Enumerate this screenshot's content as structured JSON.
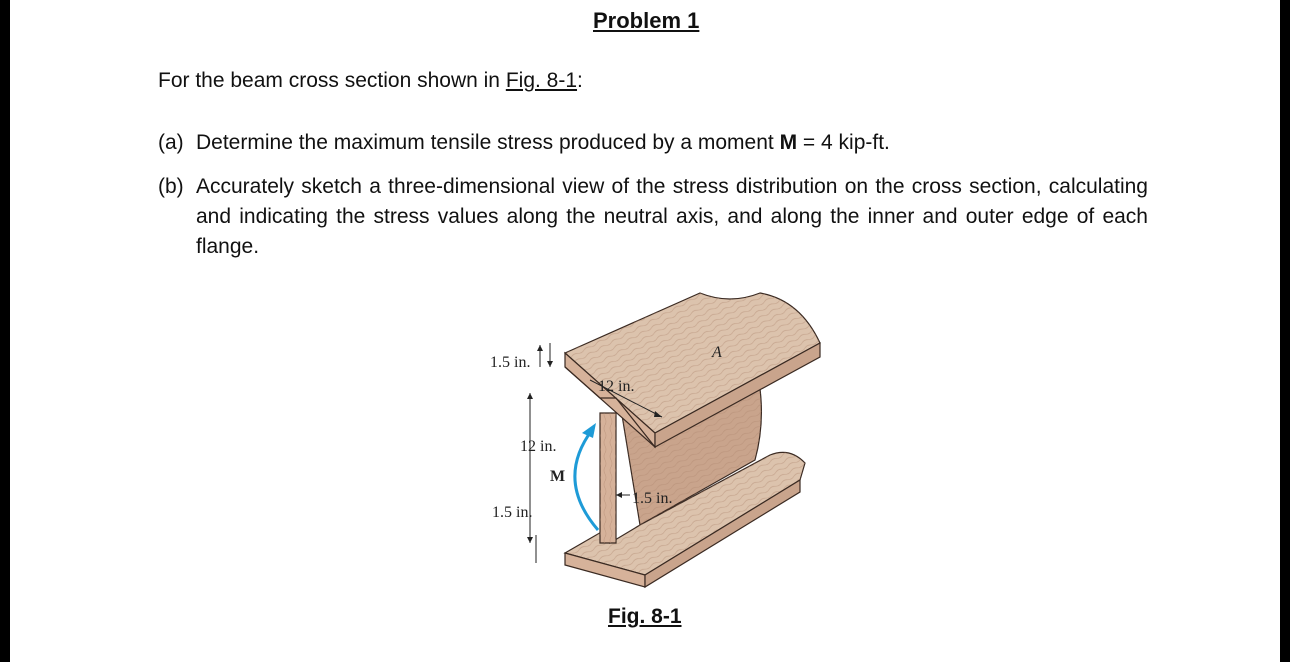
{
  "problem": {
    "title": "Problem 1",
    "intro_prefix": "For the beam cross section shown in ",
    "intro_ref": "Fig. 8-1",
    "intro_suffix": ":",
    "items": [
      {
        "tag": "(a)",
        "text_before": "Determine the maximum tensile stress produced by a moment ",
        "symbol": "M",
        "text_after": " = 4 kip-ft."
      },
      {
        "tag": "(b)",
        "text": "Accurately sketch a three-dimensional view of the stress distribution on the cross section, calculating and indicating the stress values along the neutral axis, and along the inner and outer edge of each flange."
      }
    ]
  },
  "figure": {
    "labels": {
      "top_flange_thickness": "1.5 in.",
      "flange_width": "12 in.",
      "web_height": "12 in.",
      "moment": "M",
      "web_thickness": "1.5 in.",
      "bottom_flange_thickness": "1.5 in.",
      "point": "A"
    },
    "colors": {
      "wood_top": "#dcc3ad",
      "wood_face": "#c9a48c",
      "wood_front": "#d6b29a",
      "outline": "#3a2a22",
      "moment_arrow": "#1e9bd7"
    },
    "caption": "Fig. 8-1"
  }
}
